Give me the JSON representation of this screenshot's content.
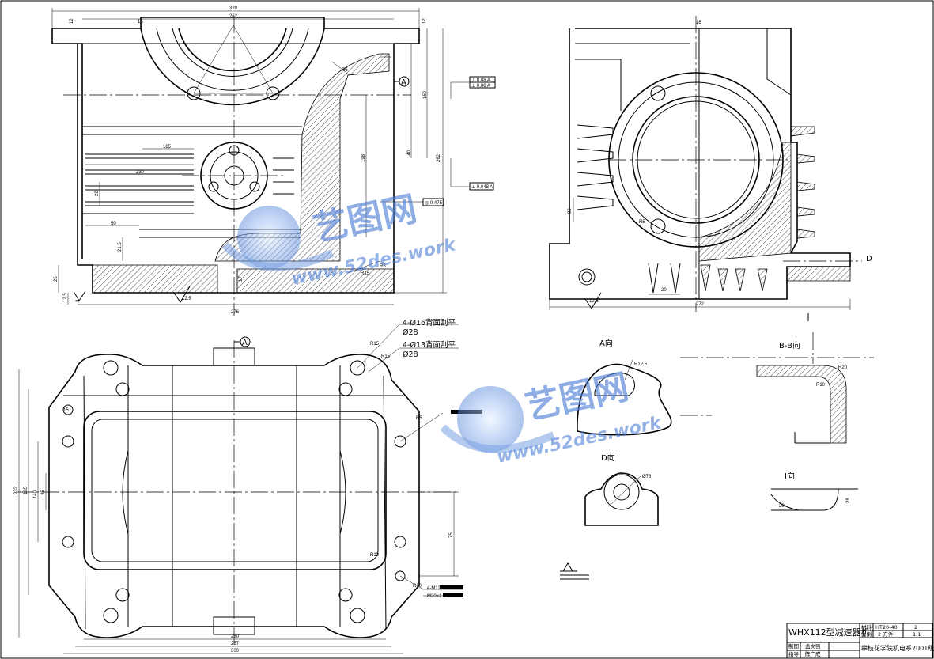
{
  "watermark": {
    "brand": "艺图网",
    "url": "www.52des.work"
  },
  "front_view": {
    "dims": {
      "overall_width": "320",
      "inner_width": "262",
      "top_left": "12",
      "top_right": "12",
      "gap_top": "16",
      "height_upper": "150",
      "height_mid": "140",
      "height_total": "262",
      "flange_left": "25",
      "foot_a": "12.5",
      "foot_b": "3",
      "base_width": "276",
      "fin1": "185",
      "fin2": "230",
      "fin3": "28",
      "slot": "50",
      "web": "21.5",
      "lip": "17",
      "radius": "R15",
      "radius2": "R5",
      "chamfer": "R5",
      "inner_h": "198",
      "roughness": "12.5"
    },
    "ref_a": "A",
    "gdt_1": "⊥ 0.08 A",
    "gdt_2": "⊥ 0.048 A",
    "gdt_3": "◎ 0.475"
  },
  "side_view": {
    "dims": {
      "top": "16",
      "fin_h": "30",
      "radius": "R5",
      "bottom_w": "20",
      "overall": "272",
      "roughness": "12.5"
    },
    "section": "D"
  },
  "plan_view": {
    "ref_a": "A",
    "notes": [
      "4-Ø16背面刮平",
      "Ø28",
      "4-Ø13背面刮平",
      "Ø28"
    ],
    "dims": {
      "height_total": "232",
      "h1": "185",
      "h2": "140",
      "h3": "75",
      "h4": "45",
      "w1": "280",
      "w2": "257",
      "w3": "300",
      "r1": "R15",
      "r2": "R15",
      "r3": "R5",
      "r4": "R12",
      "r5": "R10",
      "d_edge": "15",
      "thread": "4-M12",
      "thread2": "M20×1.5"
    }
  },
  "detail_views": {
    "a_view": {
      "title": "A向",
      "dim": "R12.5"
    },
    "bb_view": {
      "title": "B-B向",
      "dim1": "R20",
      "dim2": "R10"
    },
    "d_view": {
      "title": "D向",
      "dim": "Ø76"
    },
    "i_view": {
      "title": "I向",
      "dim1": "20",
      "dim2": "28"
    }
  },
  "title_block": {
    "name": "WHX112型减速器机",
    "material_label": "材料",
    "material": "HT20-40",
    "scale_label": "比例",
    "scale": "1:1",
    "sheet_label": "共 张",
    "sheet": "2",
    "sheet_of": "2 方件",
    "drawn_label": "制图",
    "drawn": "孟文强",
    "checked_label": "指导",
    "checked": "陈广成",
    "school": "攀枝花学院机电系2001级"
  }
}
